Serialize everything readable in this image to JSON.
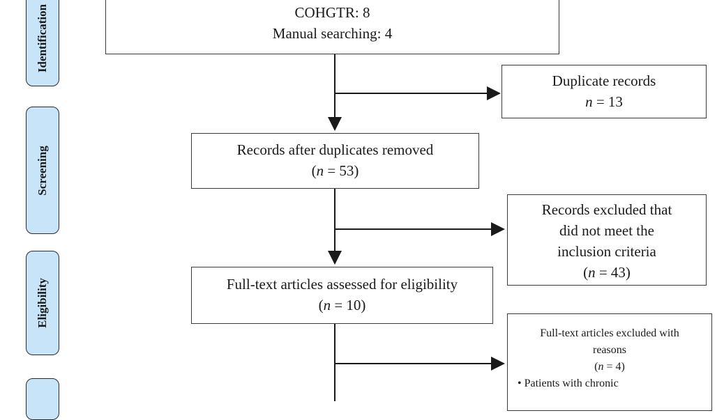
{
  "stages": {
    "identification": "Identification",
    "screening": "Screening",
    "eligibility": "Eligibility",
    "included": ""
  },
  "identified_box": {
    "line1": "COHGTR: 8",
    "line2": "Manual searching: 4"
  },
  "duplicates_box": {
    "label": "Duplicate records",
    "n_var": "n",
    "n_rest": " = 13"
  },
  "after_duplicates_box": {
    "label": "Records after duplicates removed",
    "n_open": "(",
    "n_var": "n",
    "n_rest": " = 53)"
  },
  "excluded_box": {
    "line1": "Records excluded that",
    "line2": "did not meet the",
    "line3": "inclusion criteria",
    "n_open": "(",
    "n_var": "n",
    "n_rest": " = 43)"
  },
  "fulltext_box": {
    "label": "Full-text articles assessed for eligibility",
    "n_open": "(",
    "n_var": "n",
    "n_rest": " = 10)"
  },
  "fulltext_excluded_box": {
    "line1": "Full-text articles excluded with",
    "line2": "reasons",
    "n_open": "(",
    "n_var": "n",
    "n_rest": " = 4)",
    "bullet1": "Patients with chronic"
  }
}
